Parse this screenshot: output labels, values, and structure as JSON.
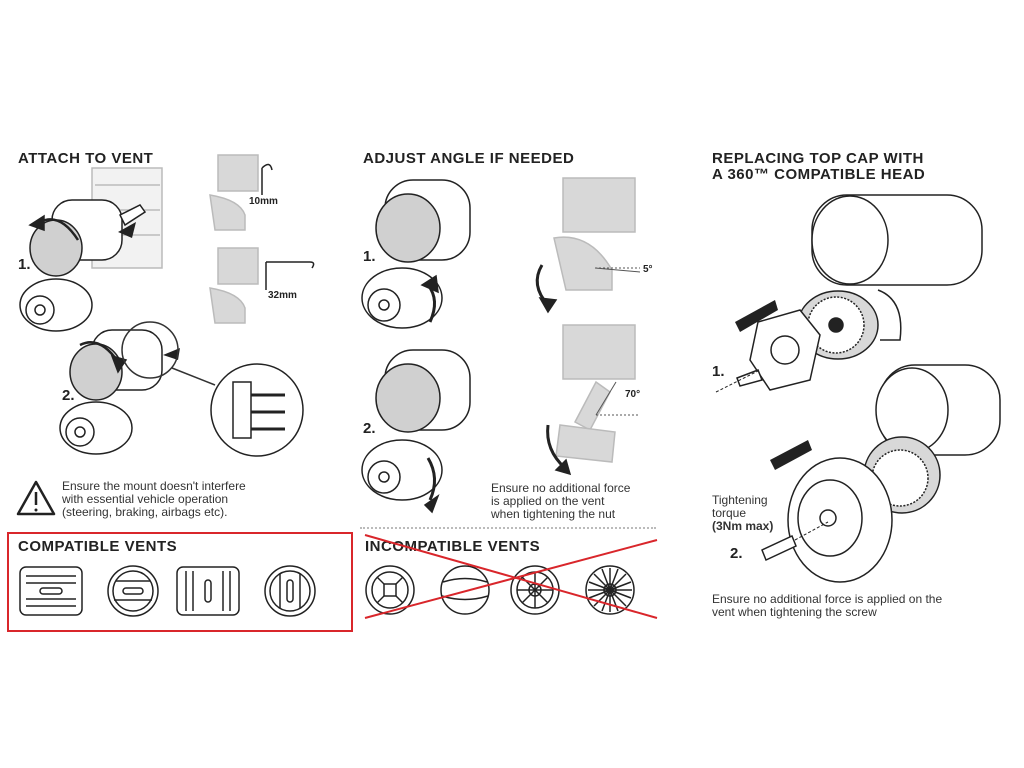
{
  "section1": {
    "title": "ATTACH TO VENT",
    "step1": "1.",
    "step2": "2.",
    "dim_small": "10mm",
    "dim_large": "32mm",
    "warning": [
      "Ensure the mount doesn't interfere",
      "with essential vehicle operation",
      "(steering, braking, airbags etc)."
    ]
  },
  "section2": {
    "title": "ADJUST ANGLE IF NEEDED",
    "step1": "1.",
    "step2": "2.",
    "angle_small": "5°",
    "angle_large": "70°",
    "note": [
      "Ensure no additional force",
      "is applied on the vent",
      "when tightening the nut"
    ]
  },
  "section3": {
    "title_line1": "REPLACING TOP CAP WITH",
    "title_line2": "A 360™ COMPATIBLE HEAD",
    "step1": "1.",
    "step2": "2.",
    "torque_line1": "Tightening",
    "torque_line2": "torque",
    "torque_line3": "(3Nm max)",
    "note": [
      "Ensure no additional force is applied on the",
      "vent when tightening the screw"
    ]
  },
  "compatible": {
    "title": "COMPATIBLE VENTS"
  },
  "incompatible": {
    "title": "INCOMPATIBLE VENTS"
  },
  "colors": {
    "highlight_box": "#d9262b",
    "cross": "#d9262b",
    "line": "#222222",
    "fill_gray": "#d8d8d8"
  }
}
